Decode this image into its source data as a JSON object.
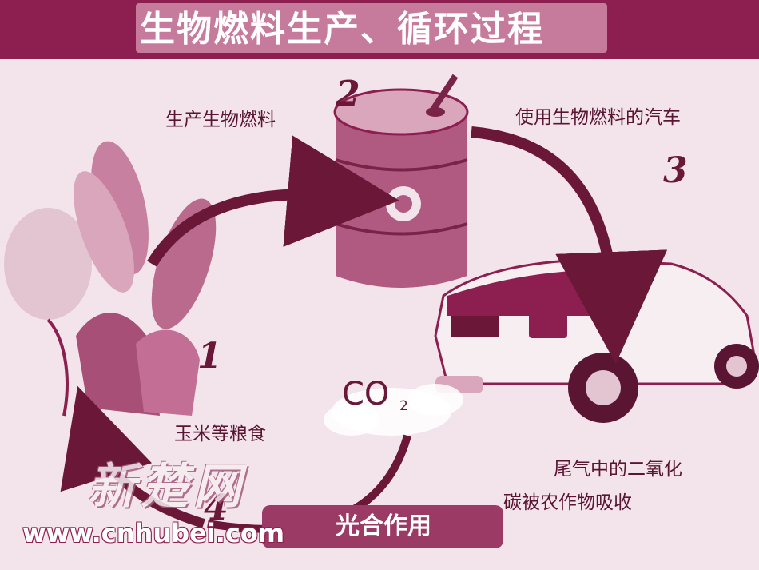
{
  "title": "生物燃料生产、循环过程",
  "steps": {
    "step1_number": "1",
    "step1_label": "玉米等粮食",
    "step2_number": "2",
    "step2_label": "生产生物燃料",
    "step3_number": "3",
    "step3_label": "使用生物燃料的汽车",
    "step4_number": "4",
    "step4_label_line1": "尾气中的二氧化",
    "step4_label_line2": "碳被农作物吸收"
  },
  "co2": {
    "main": "CO",
    "sub": "2"
  },
  "photosynthesis_label": "光合作用",
  "watermark": {
    "brand": "新楚网",
    "site": "www.cnhubei.com"
  },
  "colors": {
    "primary": "#8c1f4f",
    "light": "#f2e4ea",
    "ink": "#5a1533"
  }
}
